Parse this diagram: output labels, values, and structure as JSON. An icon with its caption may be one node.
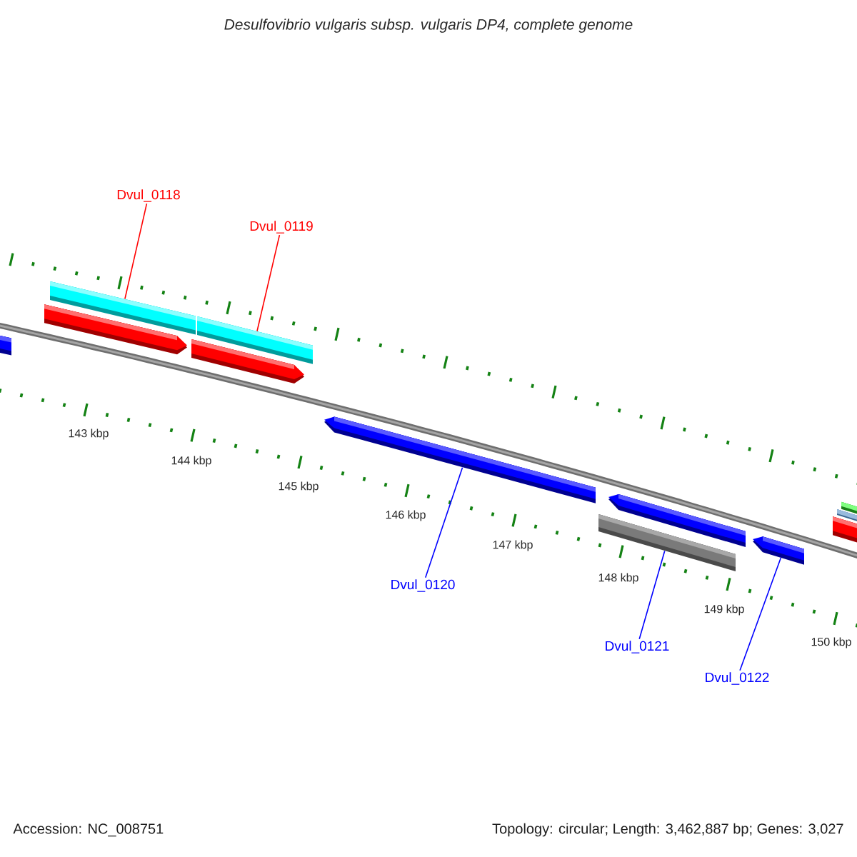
{
  "diagram": {
    "title": "Desulfovibrio vulgaris subsp. vulgaris DP4, complete genome",
    "nodes": [
      {
        "text": [
          "Dvul_0118"
        ]
      },
      {
        "text": [
          "Dvul_0119"
        ]
      },
      {
        "text": [
          "Dvul_0120"
        ]
      },
      {
        "text": [
          "Dvul_0121"
        ]
      },
      {
        "text": [
          "Dvul_0122"
        ]
      },
      {
        "text": [],
        "shape": "arrow"
      },
      {
        "text": [],
        "shape": "arrow"
      },
      {
        "text": [],
        "shape": "bar"
      },
      {
        "text": [],
        "shape": "arrow"
      },
      {
        "text": [],
        "shape": "bar"
      },
      {
        "text": [],
        "shape": "arrow"
      },
      {
        "text": [],
        "shape": "bar"
      },
      {
        "text": [],
        "shape": "arrow"
      },
      {
        "text": [],
        "shape": "arrow"
      },
      {
        "text": [],
        "shape": "arrow"
      },
      {
        "text": [],
        "shape": "bar"
      },
      {
        "text": [],
        "shape": "bar"
      }
    ],
    "edges": [
      {
        "from": 0,
        "to": 7,
        "arrow": "none",
        "color": "#ff0000"
      },
      {
        "from": 1,
        "to": 9,
        "arrow": "none",
        "color": "#ff0000"
      },
      {
        "from": 2,
        "to": 10,
        "arrow": "none"
      },
      {
        "from": 3,
        "to": 11,
        "arrow": "none"
      },
      {
        "from": 4,
        "to": 13,
        "arrow": "none"
      }
    ],
    "labels": [
      "143 kbp",
      "144 kbp",
      "145 kbp",
      "146 kbp",
      "147 kbp",
      "148 kbp",
      "149 kbp",
      "150 kbp",
      "Accession: NC_008751",
      "Topology: circular; Length: 3,462,887 bp; Genes: 3,027"
    ]
  }
}
